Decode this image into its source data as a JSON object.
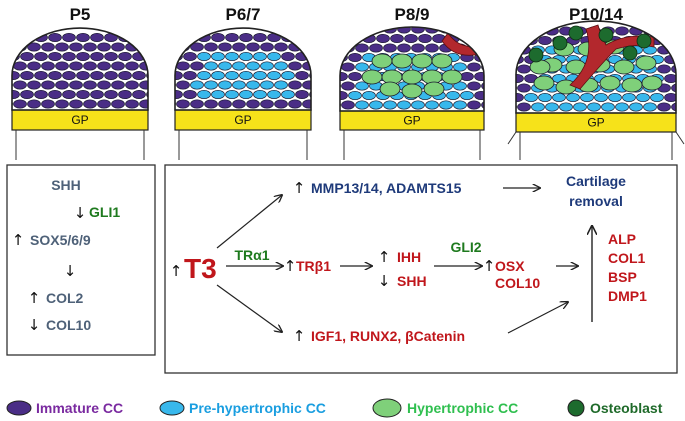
{
  "stages": [
    {
      "title": "P5"
    },
    {
      "title": "P6/7"
    },
    {
      "title": "P8/9"
    },
    {
      "title": "P10/14"
    }
  ],
  "gp_label": "GP",
  "left_box": {
    "shh": "SHH",
    "gli1": "GLI1",
    "sox": "SOX5/6/9",
    "col2": "COL2",
    "col10": "COL10",
    "up_arrow": "↑",
    "down_arrow": "↓"
  },
  "right_box": {
    "t3": "T3",
    "tra1": "TRα1",
    "trb1": "TRβ1",
    "ihh": "IHH",
    "shh": "SHH",
    "gli2": "GLI2",
    "osx": "OSX",
    "col10": "COL10",
    "mmp": "MMP13/14, ADAMTS15",
    "cartilage_removal_line1": "Cartilage",
    "cartilage_removal_line2": "removal",
    "igf": "IGF1, RUNX2, βCatenin",
    "alp": "ALP",
    "col1": "COL1",
    "bsp": "BSP",
    "dmp1": "DMP1",
    "up_arrow": "↑",
    "down_arrow": "↓"
  },
  "legend": [
    {
      "label": "Immature CC",
      "color": "#7a2aa0",
      "fill": "#4a2d86"
    },
    {
      "label": "Pre-hypertrophic CC",
      "color": "#1a9ee0",
      "fill": "#38b8ec"
    },
    {
      "label": "Hypertrophic CC",
      "color": "#2fbf4f",
      "fill": "#7fd07a"
    },
    {
      "label": "Osteoblast",
      "color": "#1f6a2a",
      "fill": "#1d6b2e"
    }
  ],
  "colors": {
    "immature": "#4a2d86",
    "prehyper": "#38b8ec",
    "hyper": "#7fd07a",
    "osteoblast": "#1d6b2e",
    "vessel": "#b3282d",
    "gp": "#f6e21a",
    "slate": "#4e6178",
    "navy": "#1e3a7a",
    "red": "#c0161b",
    "green": "#1e7a1e"
  }
}
